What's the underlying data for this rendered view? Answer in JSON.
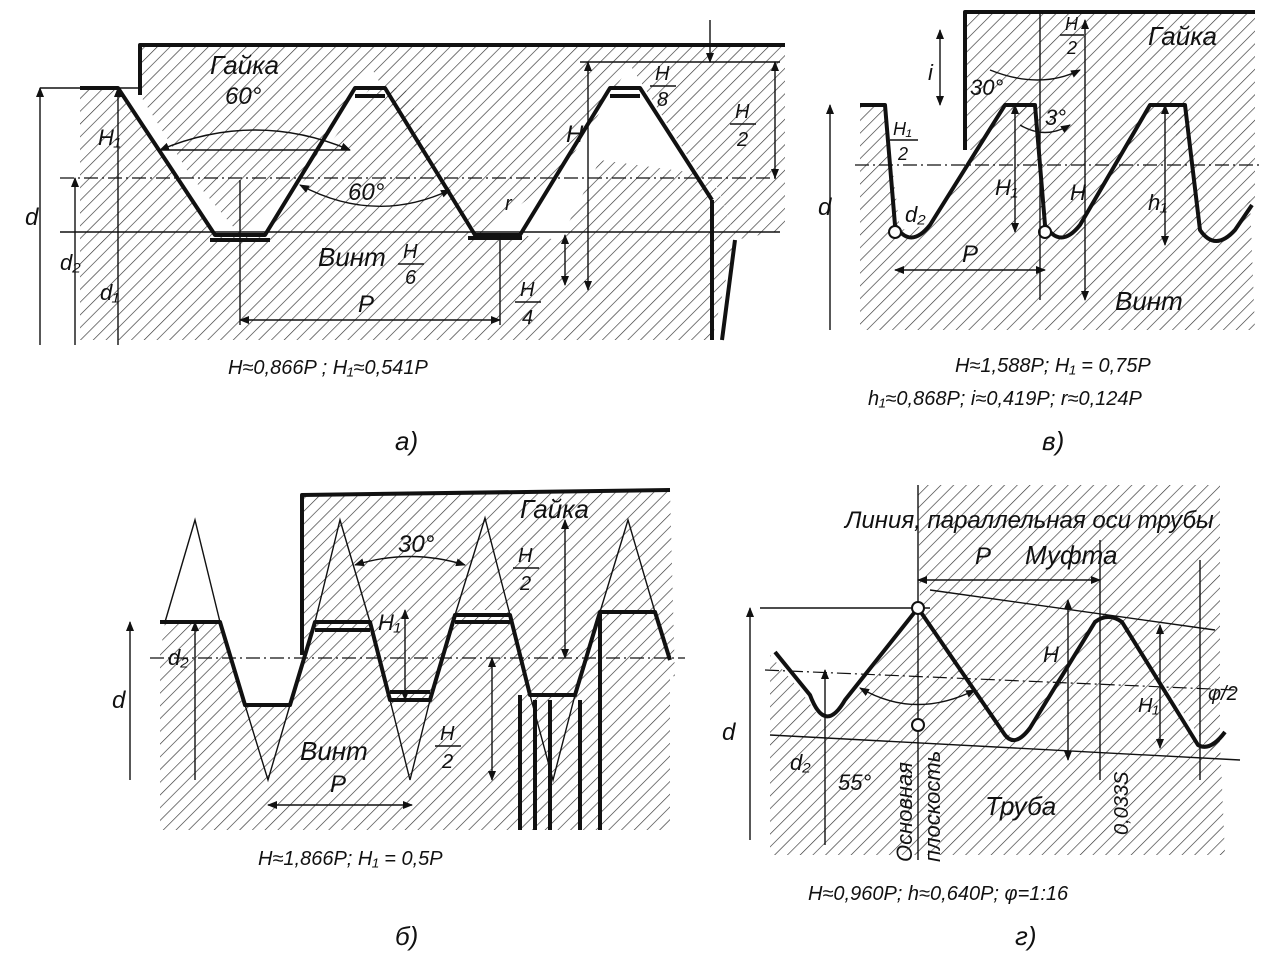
{
  "panels": {
    "a": {
      "letter": "a)",
      "formula": "H≈0,866P ;  H₁≈0,541P",
      "labels": {
        "nut": "Гайка",
        "screw": "Винт",
        "angle_nut": "60°",
        "angle_screw": "60°",
        "d": "d",
        "d2": "d₂",
        "d1": "d₁",
        "H1": "H₁",
        "H": "H",
        "P": "P",
        "r": "r",
        "H8_num": "H",
        "H8_den": "8",
        "H2_num": "H",
        "H2_den": "2",
        "H6_num": "H",
        "H6_den": "6",
        "H4_num": "H",
        "H4_den": "4"
      }
    },
    "b": {
      "letter": "б)",
      "formula": "H≈1,866P; H₁ = 0,5P",
      "labels": {
        "nut": "Гайка",
        "screw": "Винт",
        "angle": "30°",
        "d": "d",
        "d2": "d₂",
        "H1": "H₁",
        "P": "P",
        "H2a_num": "H",
        "H2a_den": "2",
        "H2b_num": "H",
        "H2b_den": "2"
      }
    },
    "v": {
      "letter": "в)",
      "formula_line1": "H≈1,588P; H₁ = 0,75P",
      "formula_line2": "h₁≈0,868P;  i≈0,419P;  r≈0,124P",
      "labels": {
        "nut": "Гайка",
        "screw": "Винт",
        "angle30": "30°",
        "angle3": "3°",
        "d": "d",
        "d2": "d₂",
        "i": "i",
        "H1": "H₁",
        "H": "H",
        "h1": "h₁",
        "P": "P",
        "H12_num": "H₁",
        "H12_den": "2",
        "H2_num": "H",
        "H2_den": "2"
      }
    },
    "g": {
      "letter": "г)",
      "formula": "H≈0,960P;  h≈0,640P;  φ=1:16",
      "labels": {
        "line_parallel": "Линия, параллельная оси трубы",
        "coupling": "Муфта",
        "pipe": "Труба",
        "base_plane_1": "Основная",
        "base_plane_2": "плоскость",
        "angle": "55°",
        "d": "d",
        "d2": "d₂",
        "H": "H",
        "H1": "H₁",
        "P": "P",
        "phi2": "φ/2",
        "s": "0,033S"
      }
    }
  }
}
